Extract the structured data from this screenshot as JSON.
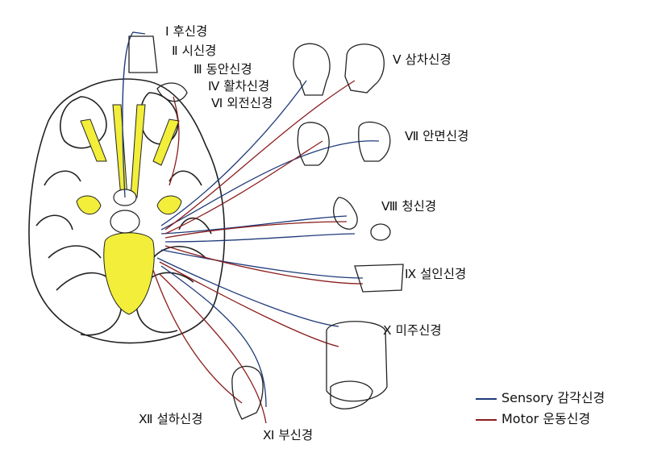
{
  "nerves": [
    {
      "numeral": "Ⅰ",
      "name": "후신경"
    },
    {
      "numeral": "Ⅱ",
      "name": "시신경"
    },
    {
      "numeral": "Ⅲ",
      "name": "동안신경"
    },
    {
      "numeral": "Ⅳ",
      "name": "활차신경"
    },
    {
      "numeral": "Ⅵ",
      "name": "외전신경"
    },
    {
      "numeral": "Ⅴ",
      "name": "삼차신경"
    },
    {
      "numeral": "Ⅶ",
      "name": "안면신경"
    },
    {
      "numeral": "Ⅷ",
      "name": "청신경"
    },
    {
      "numeral": "Ⅸ",
      "name": "설인신경"
    },
    {
      "numeral": "Ⅹ",
      "name": "미주신경"
    },
    {
      "numeral": "Ⅻ",
      "name": "설하신경"
    },
    {
      "numeral": "Ⅺ",
      "name": "부신경"
    }
  ],
  "legend": [
    {
      "label": "Sensory 감각신경",
      "color": "#1f3a7a"
    },
    {
      "label": "Motor 운동신경",
      "color": "#8b1c1c"
    }
  ],
  "colors": {
    "nerve_highlight": "#f2ee3a",
    "outline": "#222222"
  }
}
